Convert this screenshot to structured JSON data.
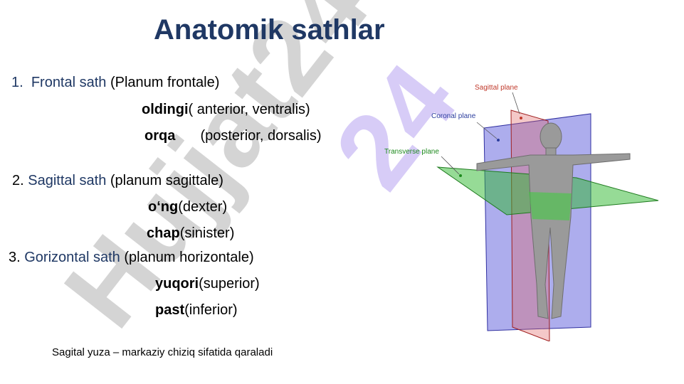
{
  "watermark": {
    "text": "Hujjat24"
  },
  "title": "Anatomik sathlar",
  "sections": [
    {
      "number": "1.",
      "name": "Frontal sath",
      "latin": "(Planum frontale)",
      "items": [
        {
          "term": "oldingi",
          "detail": "( anterior, ventralis)"
        },
        {
          "term": "orqa",
          "detail": "(posterior, dorsalis)"
        }
      ]
    },
    {
      "number": "2.",
      "name": "Sagittal sath",
      "latin": "(planum sagittale)",
      "items": [
        {
          "term": "o‘ng",
          "detail": "(dexter)"
        },
        {
          "term": "chap",
          "detail": "(sinister)"
        }
      ]
    },
    {
      "number": "3.",
      "name": "Gorizontal sath",
      "latin": "(planum horizontale)",
      "items": [
        {
          "term": "yuqori",
          "detail": "(superior)"
        },
        {
          "term": "past",
          "detail": "(inferior)"
        }
      ]
    }
  ],
  "note": "Sagital yuza – markaziy chiziq sifatida qaraladi",
  "figure": {
    "labels": {
      "sagittal": "Sagittal plane",
      "coronal": "Coronal plane",
      "transverse": "Transverse plane"
    },
    "colors": {
      "sagittal": "#e06060",
      "coronal": "#4a4ad8",
      "transverse": "#2db82d",
      "label_sagittal": "#c0392b",
      "label_coronal": "#2c3e9e",
      "label_transverse": "#1e8a1e"
    }
  }
}
